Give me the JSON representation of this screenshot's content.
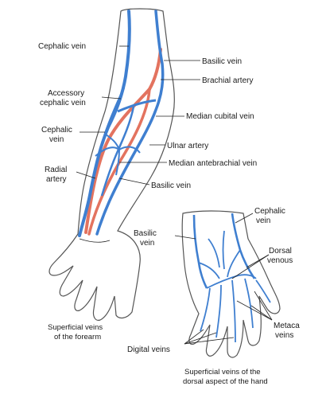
{
  "colors": {
    "vein": "#3f7fd0",
    "artery": "#e3735f",
    "skin_outline": "#555555",
    "leader": "#222222",
    "text": "#1a1a1a"
  },
  "forearm": {
    "labels": {
      "cephalic_vein_top": "Cephalic vein",
      "basilic_vein_top": "Basilic vein",
      "brachial_artery": "Brachial artery",
      "accessory_cephalic_1": "Accessory",
      "accessory_cephalic_2": "cephalic vein",
      "median_cubital_vein": "Median cubital vein",
      "cephalic_vein_mid_1": "Cephalic",
      "cephalic_vein_mid_2": "vein",
      "ulnar_artery": "Ulnar artery",
      "median_antebrachial_vein": "Median antebrachial vein",
      "radial_artery_1": "Radial",
      "radial_artery_2": "artery",
      "basilic_vein_low": "Basilic vein"
    },
    "caption_1": "Superficial veins",
    "caption_2": "of the forearm"
  },
  "hand": {
    "labels": {
      "cephalic_vein_1": "Cephalic",
      "cephalic_vein_2": "vein",
      "basilic_vein_1": "Basilic",
      "basilic_vein_2": "vein",
      "dorsal_venous_1": "Dorsal",
      "dorsal_venous_2": "venous",
      "metacarpal_veins_1": "Metaca",
      "metacarpal_veins_2": "veins",
      "digital_veins": "Digital veins"
    },
    "caption_1": "Superficial veins of the",
    "caption_2": "dorsal aspect of the hand"
  }
}
